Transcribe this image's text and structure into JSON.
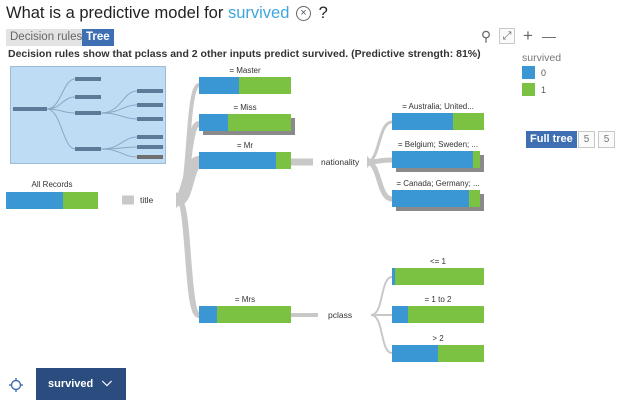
{
  "header": {
    "title_prefix": "What is a predictive model for",
    "target": "survived",
    "clear_glyph": "×",
    "title_suffix": "?"
  },
  "tabs": [
    {
      "label": "Decision rules",
      "active": false
    },
    {
      "label": "Tree",
      "active": true
    }
  ],
  "toolbar": {
    "icons": [
      "lightbulb-icon",
      "fullscreen-icon",
      "zoom-in-icon",
      "zoom-out-icon"
    ],
    "glyphs": [
      "⚲",
      "⤢",
      "+",
      "—"
    ]
  },
  "description": "Decision rules show that pclass and 2 other inputs predict survived. (Predictive strength: 81%)",
  "legend": {
    "title": "survived",
    "items": [
      {
        "label": "0",
        "color": "#3a97d4"
      },
      {
        "label": "1",
        "color": "#7bc142"
      }
    ]
  },
  "tree_controls": {
    "full_tree": "Full tree",
    "step_down": "5",
    "step_up": "5"
  },
  "colors": {
    "class0": "#3a97d4",
    "class1": "#7bc142",
    "link": "#c8c8c8",
    "shadow": "#8a8a8a"
  },
  "tree": {
    "root": {
      "label": "All Records",
      "p0": 0.62
    },
    "split1": "title",
    "title_nodes": [
      {
        "label": "= Master",
        "p0": 0.43,
        "stacked": false
      },
      {
        "label": "= Miss",
        "p0": 0.32,
        "stacked": true
      },
      {
        "label": "= Mr",
        "p0": 0.84,
        "stacked": false
      },
      {
        "label": "= Mrs",
        "p0": 0.2,
        "stacked": false
      }
    ],
    "split_mr": "nationality",
    "nationality_nodes": [
      {
        "label": "= Australia; United...",
        "p0": 0.66,
        "stacked": false
      },
      {
        "label": "= Belgium; Sweden; ...",
        "p0": 0.92,
        "stacked": true
      },
      {
        "label": "= Canada; Germany; ...",
        "p0": 0.87,
        "stacked": true
      }
    ],
    "split_mrs": "pclass",
    "pclass_nodes": [
      {
        "label": "<= 1",
        "p0": 0.03
      },
      {
        "label": "= 1 to 2",
        "p0": 0.17
      },
      {
        "label": "> 2",
        "p0": 0.5
      }
    ]
  },
  "footer": {
    "target_button": "survived",
    "chevron": "⌵"
  }
}
